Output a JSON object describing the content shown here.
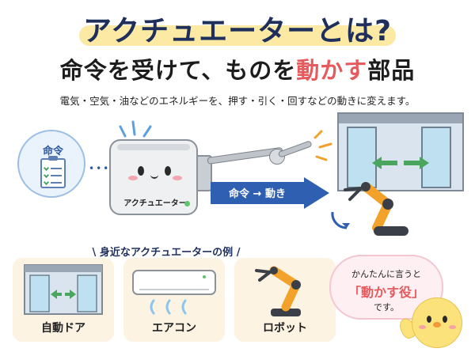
{
  "header": {
    "title": "アクチュエーターとは?",
    "subtitle_pre": "命令を受けて、ものを",
    "subtitle_accent": "動かす",
    "subtitle_post": "部品",
    "description": "電気・空気・油などのエネルギーを、押す・引く・回すなどの動きに変えます。"
  },
  "diagram": {
    "command_label": "命令",
    "actuator_label": "アクチュエーター",
    "arrow_text": "命令 → 動き"
  },
  "examples": {
    "title": "\\ 身近なアクチュエーターの例 /",
    "items": [
      {
        "label": "自動ドア"
      },
      {
        "label": "エアコン"
      },
      {
        "label": "ロボット"
      }
    ]
  },
  "speech": {
    "line1": "かんたんに言うと",
    "line2": "「動かす役」",
    "line3": "です。"
  },
  "colors": {
    "title_navy": "#1f2f5c",
    "accent_red": "#e65a5e",
    "highlight_yellow": "#fbe9a4",
    "arrow_blue": "#2f5fb0",
    "robot_orange": "#f2a22a",
    "door_arrow_green": "#4aa55e"
  }
}
